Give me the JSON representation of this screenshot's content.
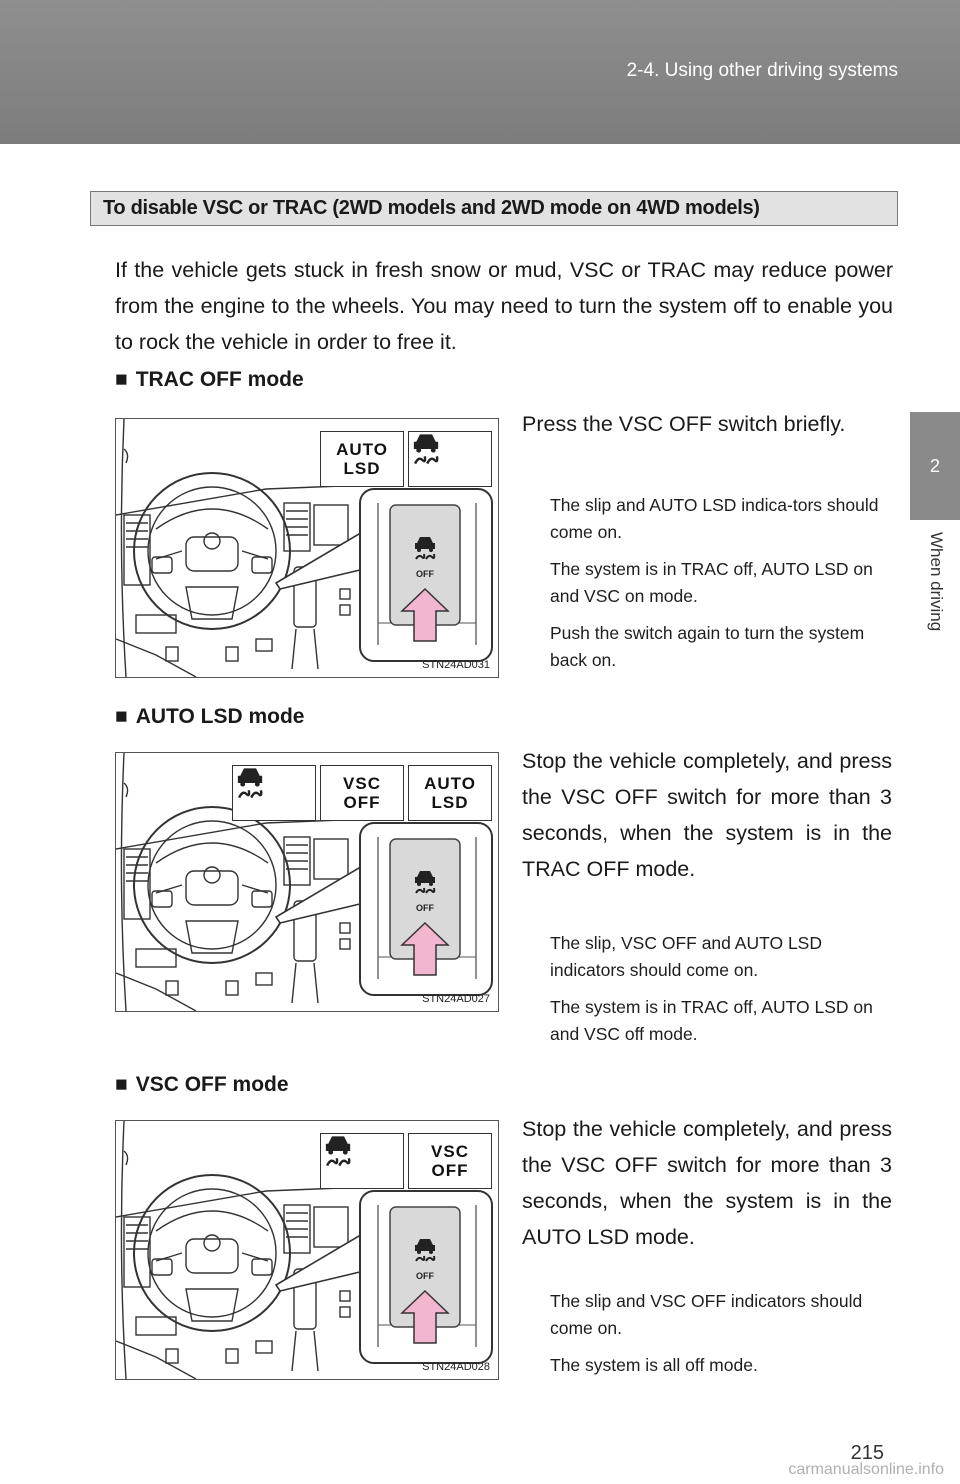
{
  "header": {
    "section": "2-4. Using other driving systems"
  },
  "side": {
    "tab_number": "2",
    "label": "When driving"
  },
  "section_title": "To disable VSC or TRAC (2WD models and 2WD mode on 4WD models)",
  "intro": "If the vehicle gets stuck in fresh snow or mud, VSC or TRAC may reduce power from the engine to the wheels. You may need to turn the system off to enable you to rock the vehicle in order to free it.",
  "modes": [
    {
      "mark": "■",
      "title": "TRAC OFF mode",
      "instruction": "Press the VSC OFF switch briefly.",
      "notes": [
        "The slip and AUTO LSD indica-tors should come on.",
        "The system is in TRAC off, AUTO LSD on and VSC on mode.",
        "Push the switch again to turn the system back on."
      ],
      "figure_code": "STN24AD031",
      "indicators": [
        "AUTO LSD",
        "slip-icon"
      ]
    },
    {
      "mark": "■",
      "title": "AUTO LSD mode",
      "instruction": "Stop the vehicle completely, and press the VSC OFF switch for more than 3 seconds, when the system is in the TRAC OFF mode.",
      "notes": [
        "The slip, VSC OFF and AUTO LSD indicators should come on.",
        "The system is in TRAC off, AUTO LSD on and VSC off mode."
      ],
      "figure_code": "STN24AD027",
      "indicators": [
        "slip-icon",
        "VSC OFF",
        "AUTO LSD"
      ]
    },
    {
      "mark": "■",
      "title": "VSC OFF mode",
      "instruction": "Stop the vehicle completely, and press the VSC OFF switch for more than 3 seconds, when the system is in the AUTO LSD mode.",
      "notes": [
        "The slip and VSC OFF indicators should come on.",
        "The system is all off mode."
      ],
      "figure_code": "STN24AD028",
      "indicators": [
        "slip-icon",
        "VSC OFF"
      ]
    }
  ],
  "indicator_text": {
    "auto_lsd_1": "AUTO",
    "auto_lsd_2": "LSD",
    "vsc_off_1": "VSC",
    "vsc_off_2": "OFF",
    "switch_off": "OFF"
  },
  "page_number": "215",
  "watermark": "carmanualsonline.info",
  "colors": {
    "header_bg": "#8a8a8a",
    "arrow_fill": "#f2b6d0",
    "section_bg": "#e2e2e2"
  }
}
